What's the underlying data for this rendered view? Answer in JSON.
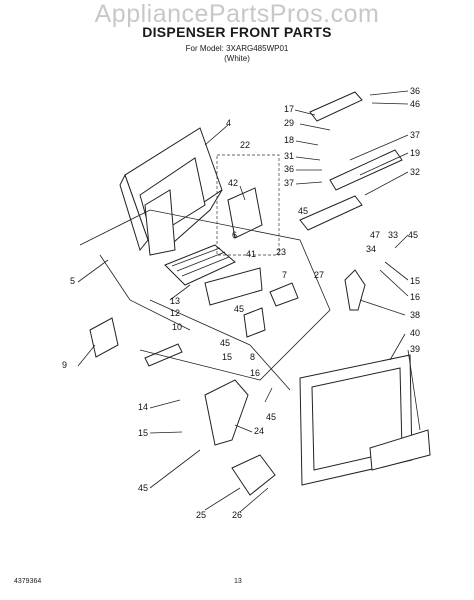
{
  "watermark": "AppliancePartsPros.com",
  "header": {
    "title": "DISPENSER FRONT PARTS",
    "model_line": "For Model: 3XARG485WP01",
    "color_line": "(White)"
  },
  "footer": {
    "doc_number": "4379364",
    "page_number": "13"
  },
  "callouts": [
    "36",
    "46",
    "17",
    "29",
    "18",
    "31",
    "36",
    "37",
    "45",
    "37",
    "19",
    "32",
    "4",
    "22",
    "42",
    "6",
    "23",
    "41",
    "7",
    "5",
    "13",
    "45",
    "33",
    "47",
    "34",
    "15",
    "16",
    "27",
    "45",
    "8",
    "38",
    "12",
    "10",
    "45",
    "15",
    "16",
    "9",
    "14",
    "45",
    "40",
    "39",
    "15",
    "24",
    "45",
    "25",
    "26"
  ]
}
